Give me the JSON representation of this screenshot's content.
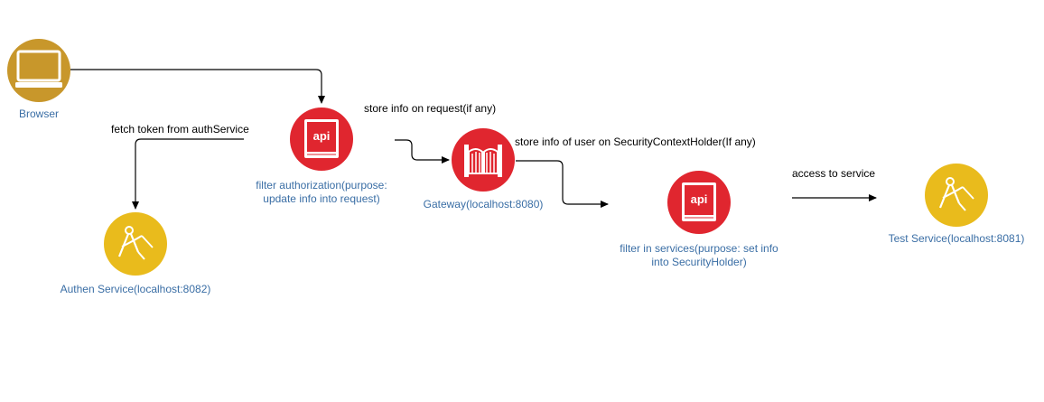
{
  "colors": {
    "browser": "#c8972b",
    "api": "#e0262f",
    "service": "#e9bb1c",
    "node_label": "#3a6ea5",
    "edge": "#000000"
  },
  "nodes": {
    "browser": {
      "label": "Browser",
      "icon": "monitor-icon"
    },
    "filter_auth": {
      "label_line1": "filter authorization(purpose:",
      "label_line2": "update info into request)",
      "icon": "api-book-icon",
      "icon_text": "api"
    },
    "gateway": {
      "label": "Gateway(localhost:8080)",
      "icon": "gate-icon"
    },
    "filter_services": {
      "label_line1": "filter in services(purpose: set info",
      "label_line2": "into SecurityHolder)",
      "icon": "api-book-icon",
      "icon_text": "api"
    },
    "authen_service": {
      "label": "Authen Service(localhost:8082)",
      "icon": "compass-icon"
    },
    "test_service": {
      "label": "Test Service(localhost:8081)",
      "icon": "compass-icon"
    }
  },
  "edges": {
    "fetch_token": "fetch token from authService",
    "store_request": "store info on request(if any)",
    "store_user": "store info of user on SecurityContextHolder(If any)",
    "access_service": "access to service"
  }
}
